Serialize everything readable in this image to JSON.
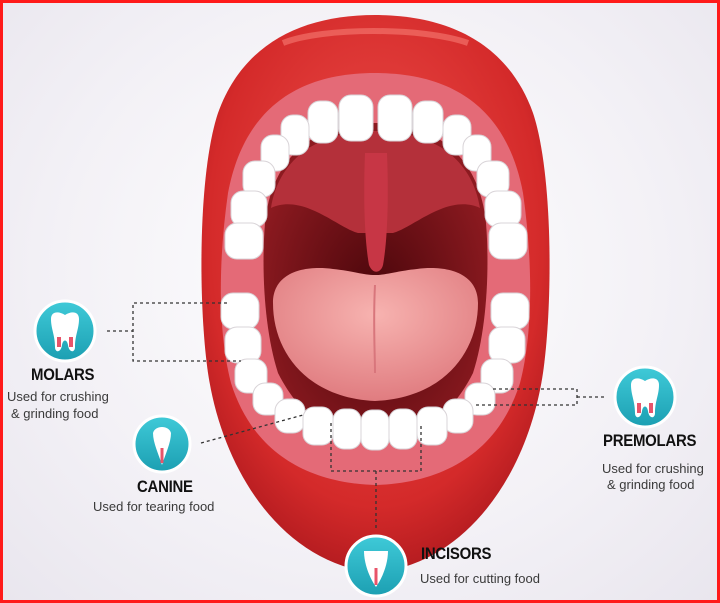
{
  "frame_color": "#ff1a1a",
  "colors": {
    "lip": "#d9312f",
    "gum": "#e66c78",
    "throat": "#7a1016",
    "tongue": "#f49a9a",
    "tooth": "#ffffff",
    "badge": "#25b5c6",
    "root": "#e8546a"
  },
  "labels": {
    "molars": {
      "title": "MOLARS",
      "desc1": "Used for crushing",
      "desc2": "& grinding food",
      "icon": "molar-tooth-icon"
    },
    "canine": {
      "title": "CANINE",
      "desc": "Used for tearing food",
      "icon": "canine-tooth-icon"
    },
    "premolars": {
      "title": "PREMOLARS",
      "desc1": "Used for crushing",
      "desc2": "& grinding food",
      "icon": "premolar-tooth-icon"
    },
    "incisors": {
      "title": "INCISORS",
      "desc": "Used for cutting food",
      "icon": "incisor-tooth-icon"
    }
  }
}
